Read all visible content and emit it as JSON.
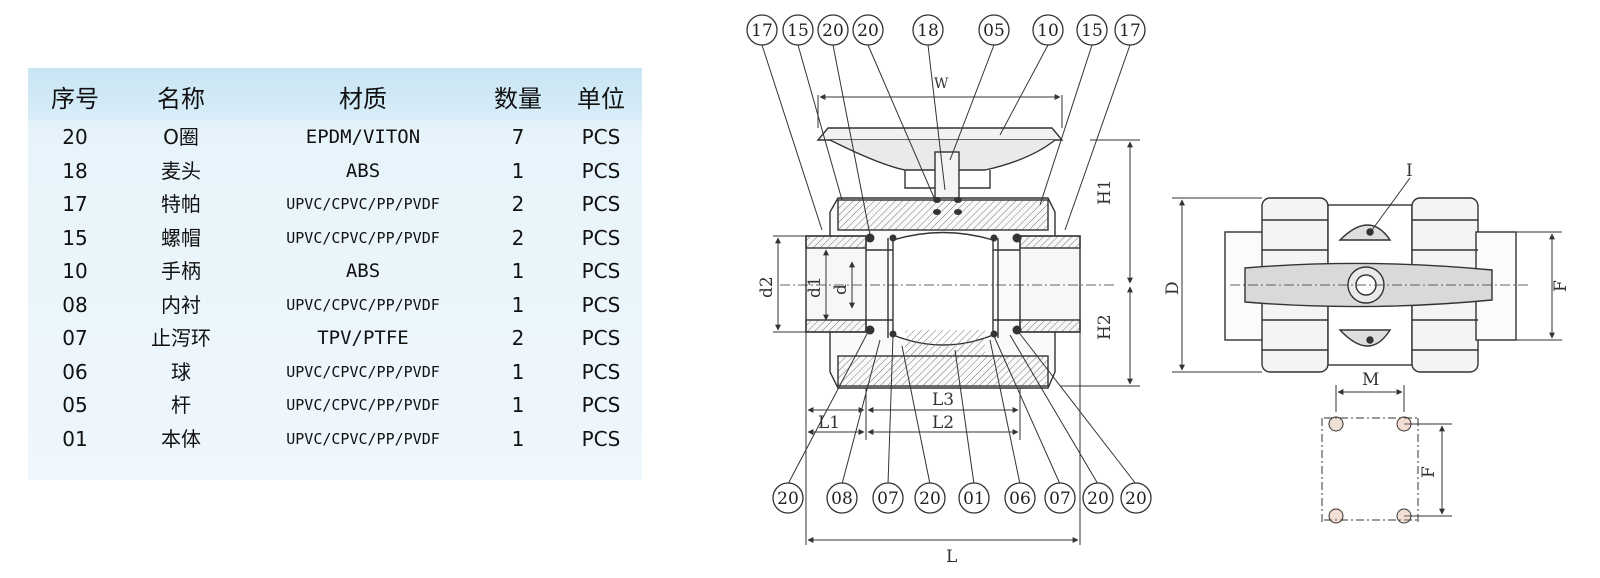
{
  "table": {
    "headers": [
      "序号",
      "名称",
      "材质",
      "数量",
      "单位"
    ],
    "rows": [
      {
        "no": "20",
        "name": "O圈",
        "material": "EPDM/VITON",
        "qty": "7",
        "unit": "PCS"
      },
      {
        "no": "18",
        "name": "麦头",
        "material": "ABS",
        "qty": "1",
        "unit": "PCS"
      },
      {
        "no": "17",
        "name": "特帕",
        "material": "UPVC/CPVC/PP/PVDF",
        "qty": "2",
        "unit": "PCS"
      },
      {
        "no": "15",
        "name": "螺帽",
        "material": "UPVC/CPVC/PP/PVDF",
        "qty": "2",
        "unit": "PCS"
      },
      {
        "no": "10",
        "name": "手柄",
        "material": "ABS",
        "qty": "1",
        "unit": "PCS"
      },
      {
        "no": "08",
        "name": "内衬",
        "material": "UPVC/CPVC/PP/PVDF",
        "qty": "1",
        "unit": "PCS"
      },
      {
        "no": "07",
        "name": "止泻环",
        "material": "TPV/PTFE",
        "qty": "2",
        "unit": "PCS"
      },
      {
        "no": "06",
        "name": "球",
        "material": "UPVC/CPVC/PP/PVDF",
        "qty": "1",
        "unit": "PCS"
      },
      {
        "no": "05",
        "name": "杆",
        "material": "UPVC/CPVC/PP/PVDF",
        "qty": "1",
        "unit": "PCS"
      },
      {
        "no": "01",
        "name": "本体",
        "material": "UPVC/CPVC/PP/PVDF",
        "qty": "1",
        "unit": "PCS"
      }
    ]
  },
  "drawing": {
    "top_callouts": [
      "17",
      "15",
      "20",
      "20",
      "18",
      "05",
      "10",
      "15",
      "17"
    ],
    "bottom_callouts": [
      "20",
      "08",
      "07",
      "20",
      "01",
      "06",
      "07",
      "20",
      "20"
    ],
    "dimensions": {
      "W": "W",
      "H1": "H1",
      "H2": "H2",
      "d2": "d2",
      "d1": "d1",
      "d": "d",
      "L1": "L1",
      "L2": "L2",
      "L3": "L3",
      "L": "L",
      "D": "D",
      "F_side": "F",
      "I": "I",
      "M": "M",
      "F_bolt": "F"
    }
  },
  "colors": {
    "line": "#333333",
    "table_header": "#c9e5f4",
    "table_body": "#eef7fc",
    "callout_dot": "#b8c6d2",
    "bolt_hole": "#d7a48a"
  }
}
